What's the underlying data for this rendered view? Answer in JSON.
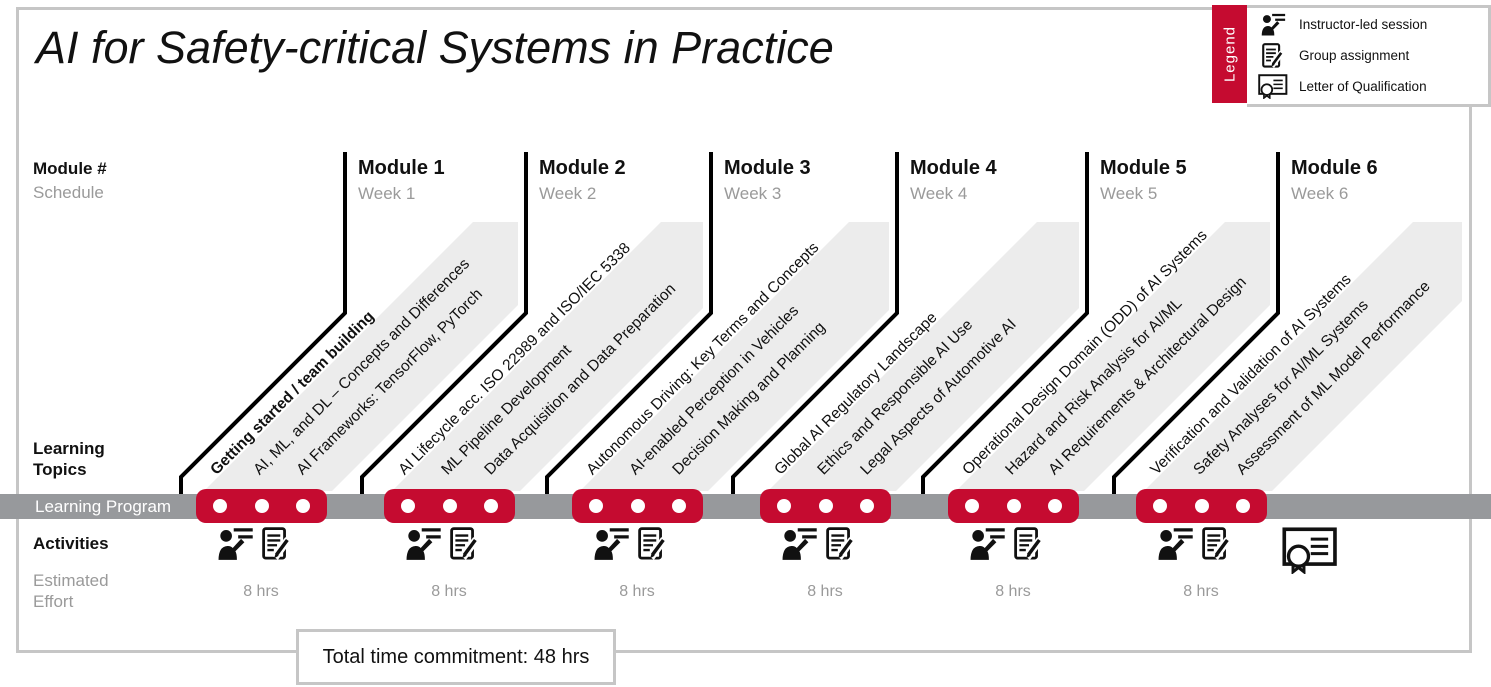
{
  "title": "AI for Safety-critical Systems in Practice",
  "legend": {
    "label": "Legend",
    "items": [
      {
        "icon": "instructor-icon",
        "label": "Instructor-led session"
      },
      {
        "icon": "assignment-icon",
        "label": "Group assignment"
      },
      {
        "icon": "qualification-icon",
        "label": "Letter of Qualification"
      }
    ]
  },
  "row_labels": {
    "module": "Module #",
    "schedule": "Schedule",
    "topics_line1": "Learning",
    "topics_line2": "Topics",
    "program": "Learning Program",
    "activities": "Activities",
    "effort_line1": "Estimated",
    "effort_line2": "Effort"
  },
  "modules": [
    {
      "name": "Module 1",
      "week": "Week 1",
      "topics": [
        "Getting started / team building",
        "AI, ML, and DL – Concepts and Differences",
        "AI Frameworks: TensorFlow, PyTorch"
      ],
      "bold_topics": [
        0
      ],
      "activities": [
        "instructor",
        "assignment"
      ],
      "effort": "8 hrs"
    },
    {
      "name": "Module 2",
      "week": "Week 2",
      "topics": [
        "AI Lifecycle acc. ISO 22989 and ISO/IEC 5338",
        "ML Pipeline Development",
        "Data Acquisition and Data Preparation"
      ],
      "bold_topics": [],
      "activities": [
        "instructor",
        "assignment"
      ],
      "effort": "8 hrs"
    },
    {
      "name": "Module 3",
      "week": "Week 3",
      "topics": [
        "Autonomous Driving: Key Terms and Concepts",
        "AI-enabled Perception in Vehicles",
        "Decision Making and Planning"
      ],
      "bold_topics": [],
      "activities": [
        "instructor",
        "assignment"
      ],
      "effort": "8 hrs"
    },
    {
      "name": "Module 4",
      "week": "Week 4",
      "topics": [
        "Global AI Regulatory Landscape",
        "Ethics and Responsible AI Use",
        "Legal Aspects of Automotive AI"
      ],
      "bold_topics": [],
      "activities": [
        "instructor",
        "assignment"
      ],
      "effort": "8 hrs"
    },
    {
      "name": "Module 5",
      "week": "Week 5",
      "topics": [
        "Operational Design Domain (ODD) of AI Systems",
        "Hazard and Risk Analysis for AI/ML",
        "AI Requirements & Architectural Design"
      ],
      "bold_topics": [],
      "activities": [
        "instructor",
        "assignment"
      ],
      "effort": "8 hrs"
    },
    {
      "name": "Module 6",
      "week": "Week 6",
      "topics": [
        "Verification and Validation of AI Systems",
        "Safety Analyses for AI/ML Systems",
        "Assessment of ML Model Performance"
      ],
      "bold_topics": [],
      "activities": [
        "instructor",
        "assignment",
        "qualification"
      ],
      "effort": "8 hrs"
    }
  ],
  "total_label": "Total time commitment:  48 hrs",
  "colors": {
    "accent_red": "#c50b30",
    "bar_gray": "#97999c",
    "band_gray": "#ececec",
    "frame_gray": "#c6c6c6",
    "muted_text": "#9a9a9a"
  }
}
